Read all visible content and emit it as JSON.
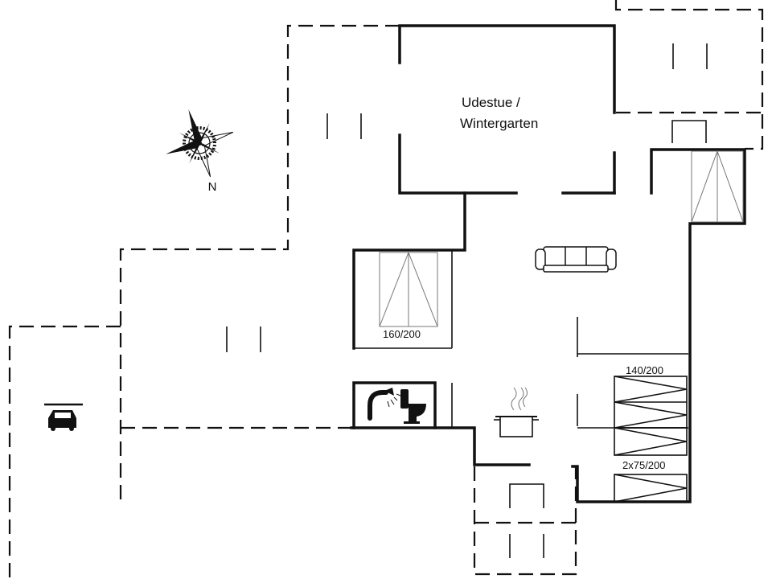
{
  "plan": {
    "room_label_line1": "Udestue /",
    "room_label_line2": "Wintergarten",
    "bed_double_label": "160/200",
    "bed_140_label": "140/200",
    "bed_bunk_label": "2x75/200",
    "compass_label": "N"
  },
  "icons": {
    "compass": "compass-rose-icon",
    "car": "car-icon",
    "sofa": "sofa-icon",
    "cooking_pot": "cooking-pot-icon",
    "shower": "shower-icon",
    "toilet": "toilet-icon"
  },
  "colors": {
    "wall": "#111111",
    "background": "#ffffff"
  }
}
